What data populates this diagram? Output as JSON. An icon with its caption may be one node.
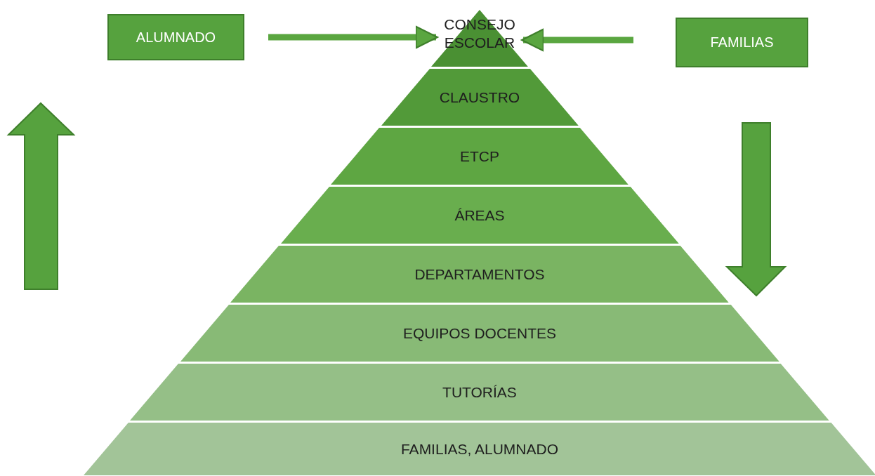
{
  "diagram": {
    "nodes": [
      {
        "text": [
          "ALUMNADO"
        ]
      },
      {
        "text": [
          "FAMILIAS"
        ]
      },
      {
        "text": [
          "CONSEJO ESCOLAR"
        ]
      },
      {
        "text": [
          "CLAUSTRO"
        ]
      },
      {
        "text": [
          "ETCP"
        ]
      },
      {
        "text": [
          "ÁREAS"
        ]
      },
      {
        "text": [
          "DEPARTAMENTOS"
        ]
      },
      {
        "text": [
          "EQUIPOS DOCENTES"
        ]
      },
      {
        "text": [
          "TUTORÍAS"
        ]
      },
      {
        "text": [
          "FAMILIAS, ALUMNADO"
        ]
      }
    ],
    "edges": [
      {
        "from": 0,
        "to": 2,
        "arrow": "to"
      },
      {
        "from": 1,
        "to": 2,
        "arrow": "to"
      }
    ]
  }
}
